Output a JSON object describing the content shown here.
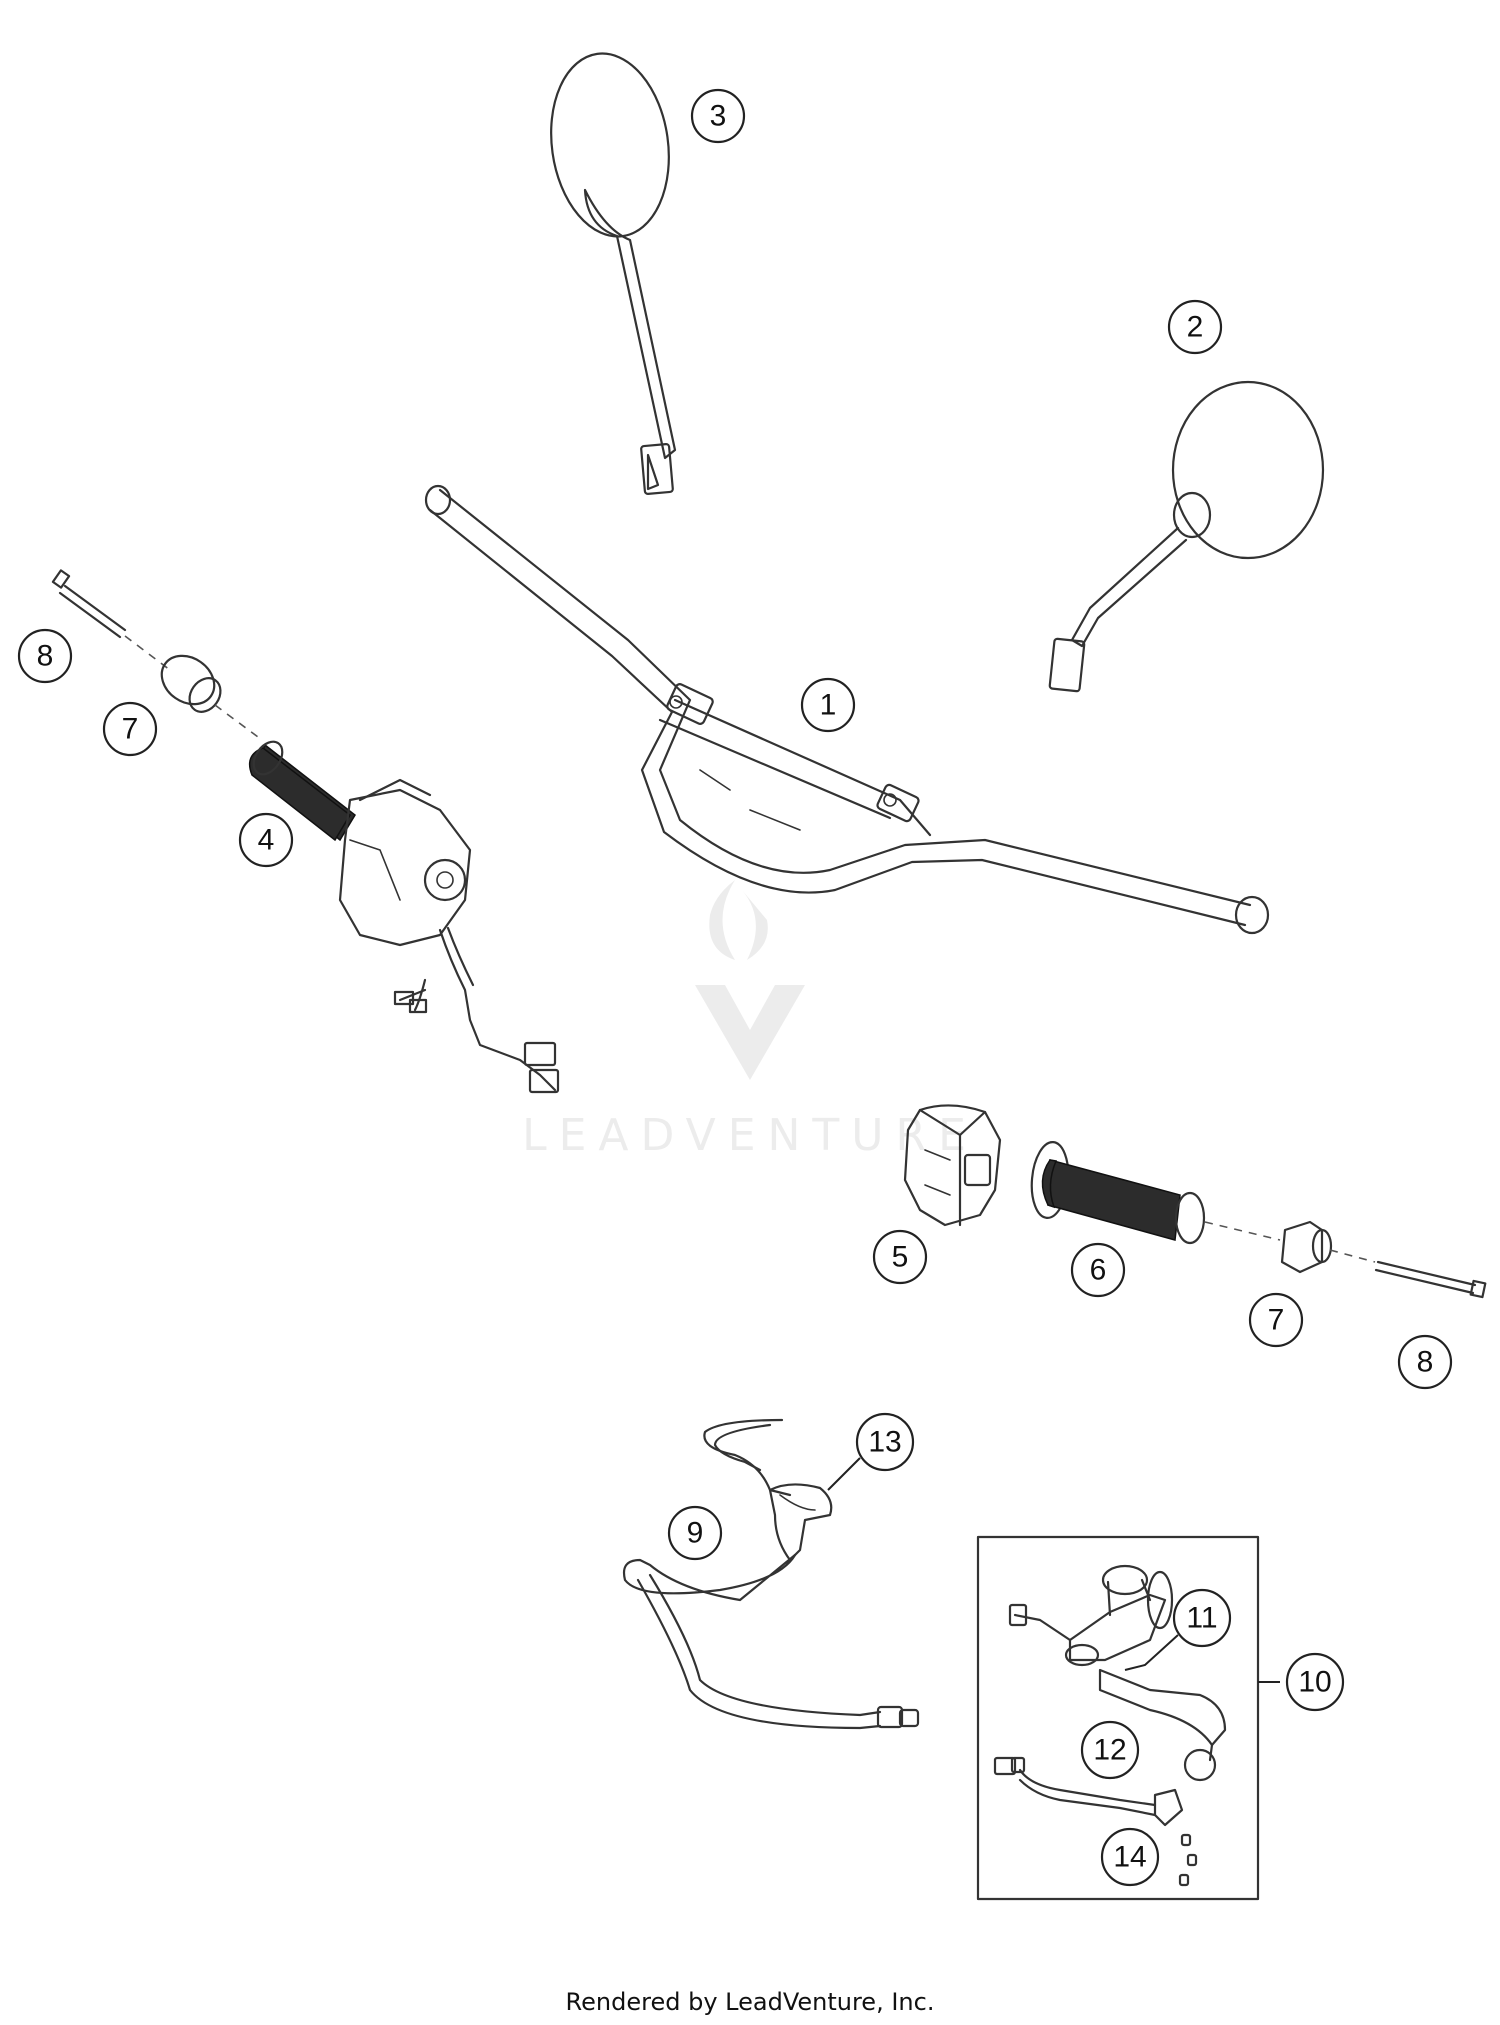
{
  "callouts": [
    {
      "num": "1",
      "part": "handlebar"
    },
    {
      "num": "2",
      "part": "right-mirror"
    },
    {
      "num": "3",
      "part": "left-mirror"
    },
    {
      "num": "4",
      "part": "left-switch-with-grip"
    },
    {
      "num": "5",
      "part": "throttle-housing"
    },
    {
      "num": "6",
      "part": "right-grip"
    },
    {
      "num": "7",
      "part": "bar-end-weight"
    },
    {
      "num": "8",
      "part": "bar-end-bolt"
    },
    {
      "num": "9",
      "part": "throttle-cable"
    },
    {
      "num": "10",
      "part": "clutch-assembly"
    },
    {
      "num": "11",
      "part": "clutch-lever"
    },
    {
      "num": "12",
      "part": "clutch-switch"
    },
    {
      "num": "13",
      "part": "cable-cover"
    },
    {
      "num": "14",
      "part": "small-screws"
    }
  ],
  "watermark": "LEADVENTURE",
  "footer": "Rendered by LeadVenture, Inc.",
  "colors": {
    "line": "#333333",
    "grip": "#2c2c2c",
    "watermark": "#ececec"
  }
}
